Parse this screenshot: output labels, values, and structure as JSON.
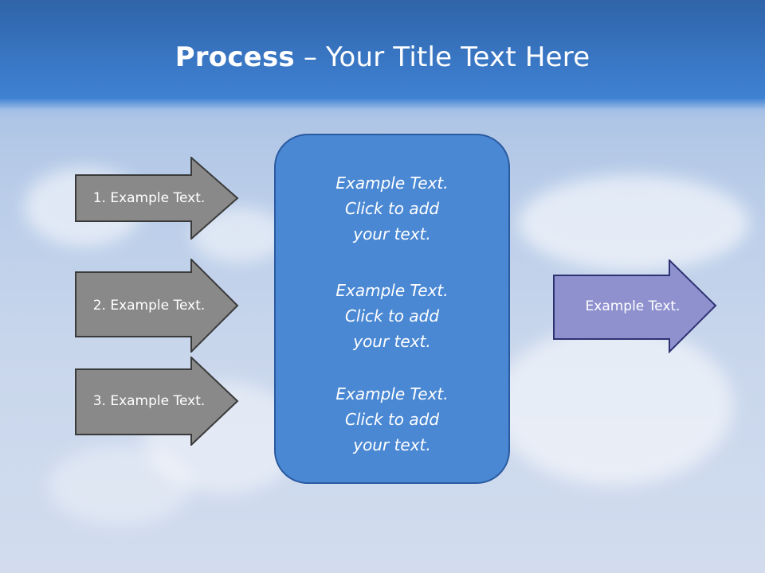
{
  "slide": {
    "title_bold": "Process",
    "title_rest": " – Your Title Text Here",
    "left_arrows": [
      {
        "label": "1. Example Text."
      },
      {
        "label": "2. Example Text."
      },
      {
        "label": "3. Example Text."
      }
    ],
    "center_box": {
      "blocks": [
        {
          "line1": "Example Text.",
          "line2": "Click  to add",
          "line3": "your text."
        },
        {
          "line1": "Example Text.",
          "line2": "Click  to add",
          "line3": "your text."
        },
        {
          "line1": "Example Text.",
          "line2": "Click  to add",
          "line3": "your text."
        }
      ]
    },
    "right_arrow": {
      "label": "Example Text."
    },
    "colors": {
      "header": "#3a78c6",
      "left_arrow_fill": "#898989",
      "center_box_fill": "#4a88d4",
      "right_arrow_fill": "#8f91cf"
    }
  }
}
